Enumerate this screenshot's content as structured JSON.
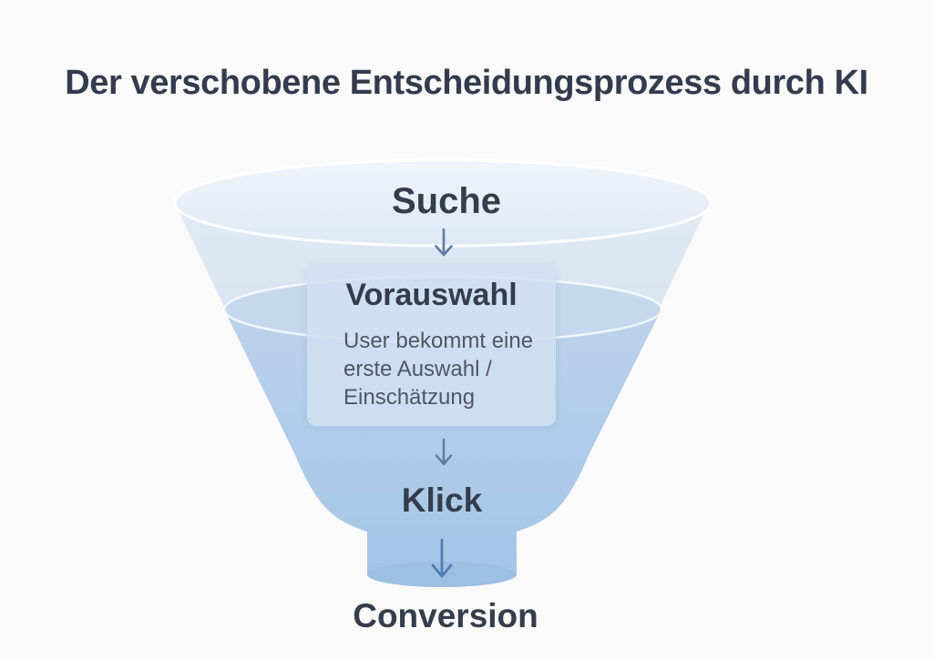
{
  "title": "Der verschobene Entscheidungsprozess durch KI",
  "funnel": {
    "stages": [
      {
        "id": "suche",
        "label": "Suche"
      },
      {
        "id": "vorauswahl",
        "label": "Vorauswahl",
        "description": "User bekommt eine\nerste Auswahl /\nEinschätzung"
      },
      {
        "id": "klick",
        "label": "Klick"
      },
      {
        "id": "conversion",
        "label": "Conversion"
      }
    ]
  },
  "colors": {
    "title-text": "#333c4e",
    "stage-text": "#343d4b",
    "description-text": "#4d5865",
    "arrow": "#5d7da4",
    "arrow-bottom": "#4f7db5",
    "card-bg": "rgba(209,224,241,0.87)",
    "funnel-light": "#e1eaf5",
    "funnel-mid": "#c0d4ec",
    "funnel-dark": "#a3c4e6",
    "funnel-surface": "#c6d8ed",
    "funnel-cap": "#9cbfe2",
    "background": "#fafafa"
  }
}
